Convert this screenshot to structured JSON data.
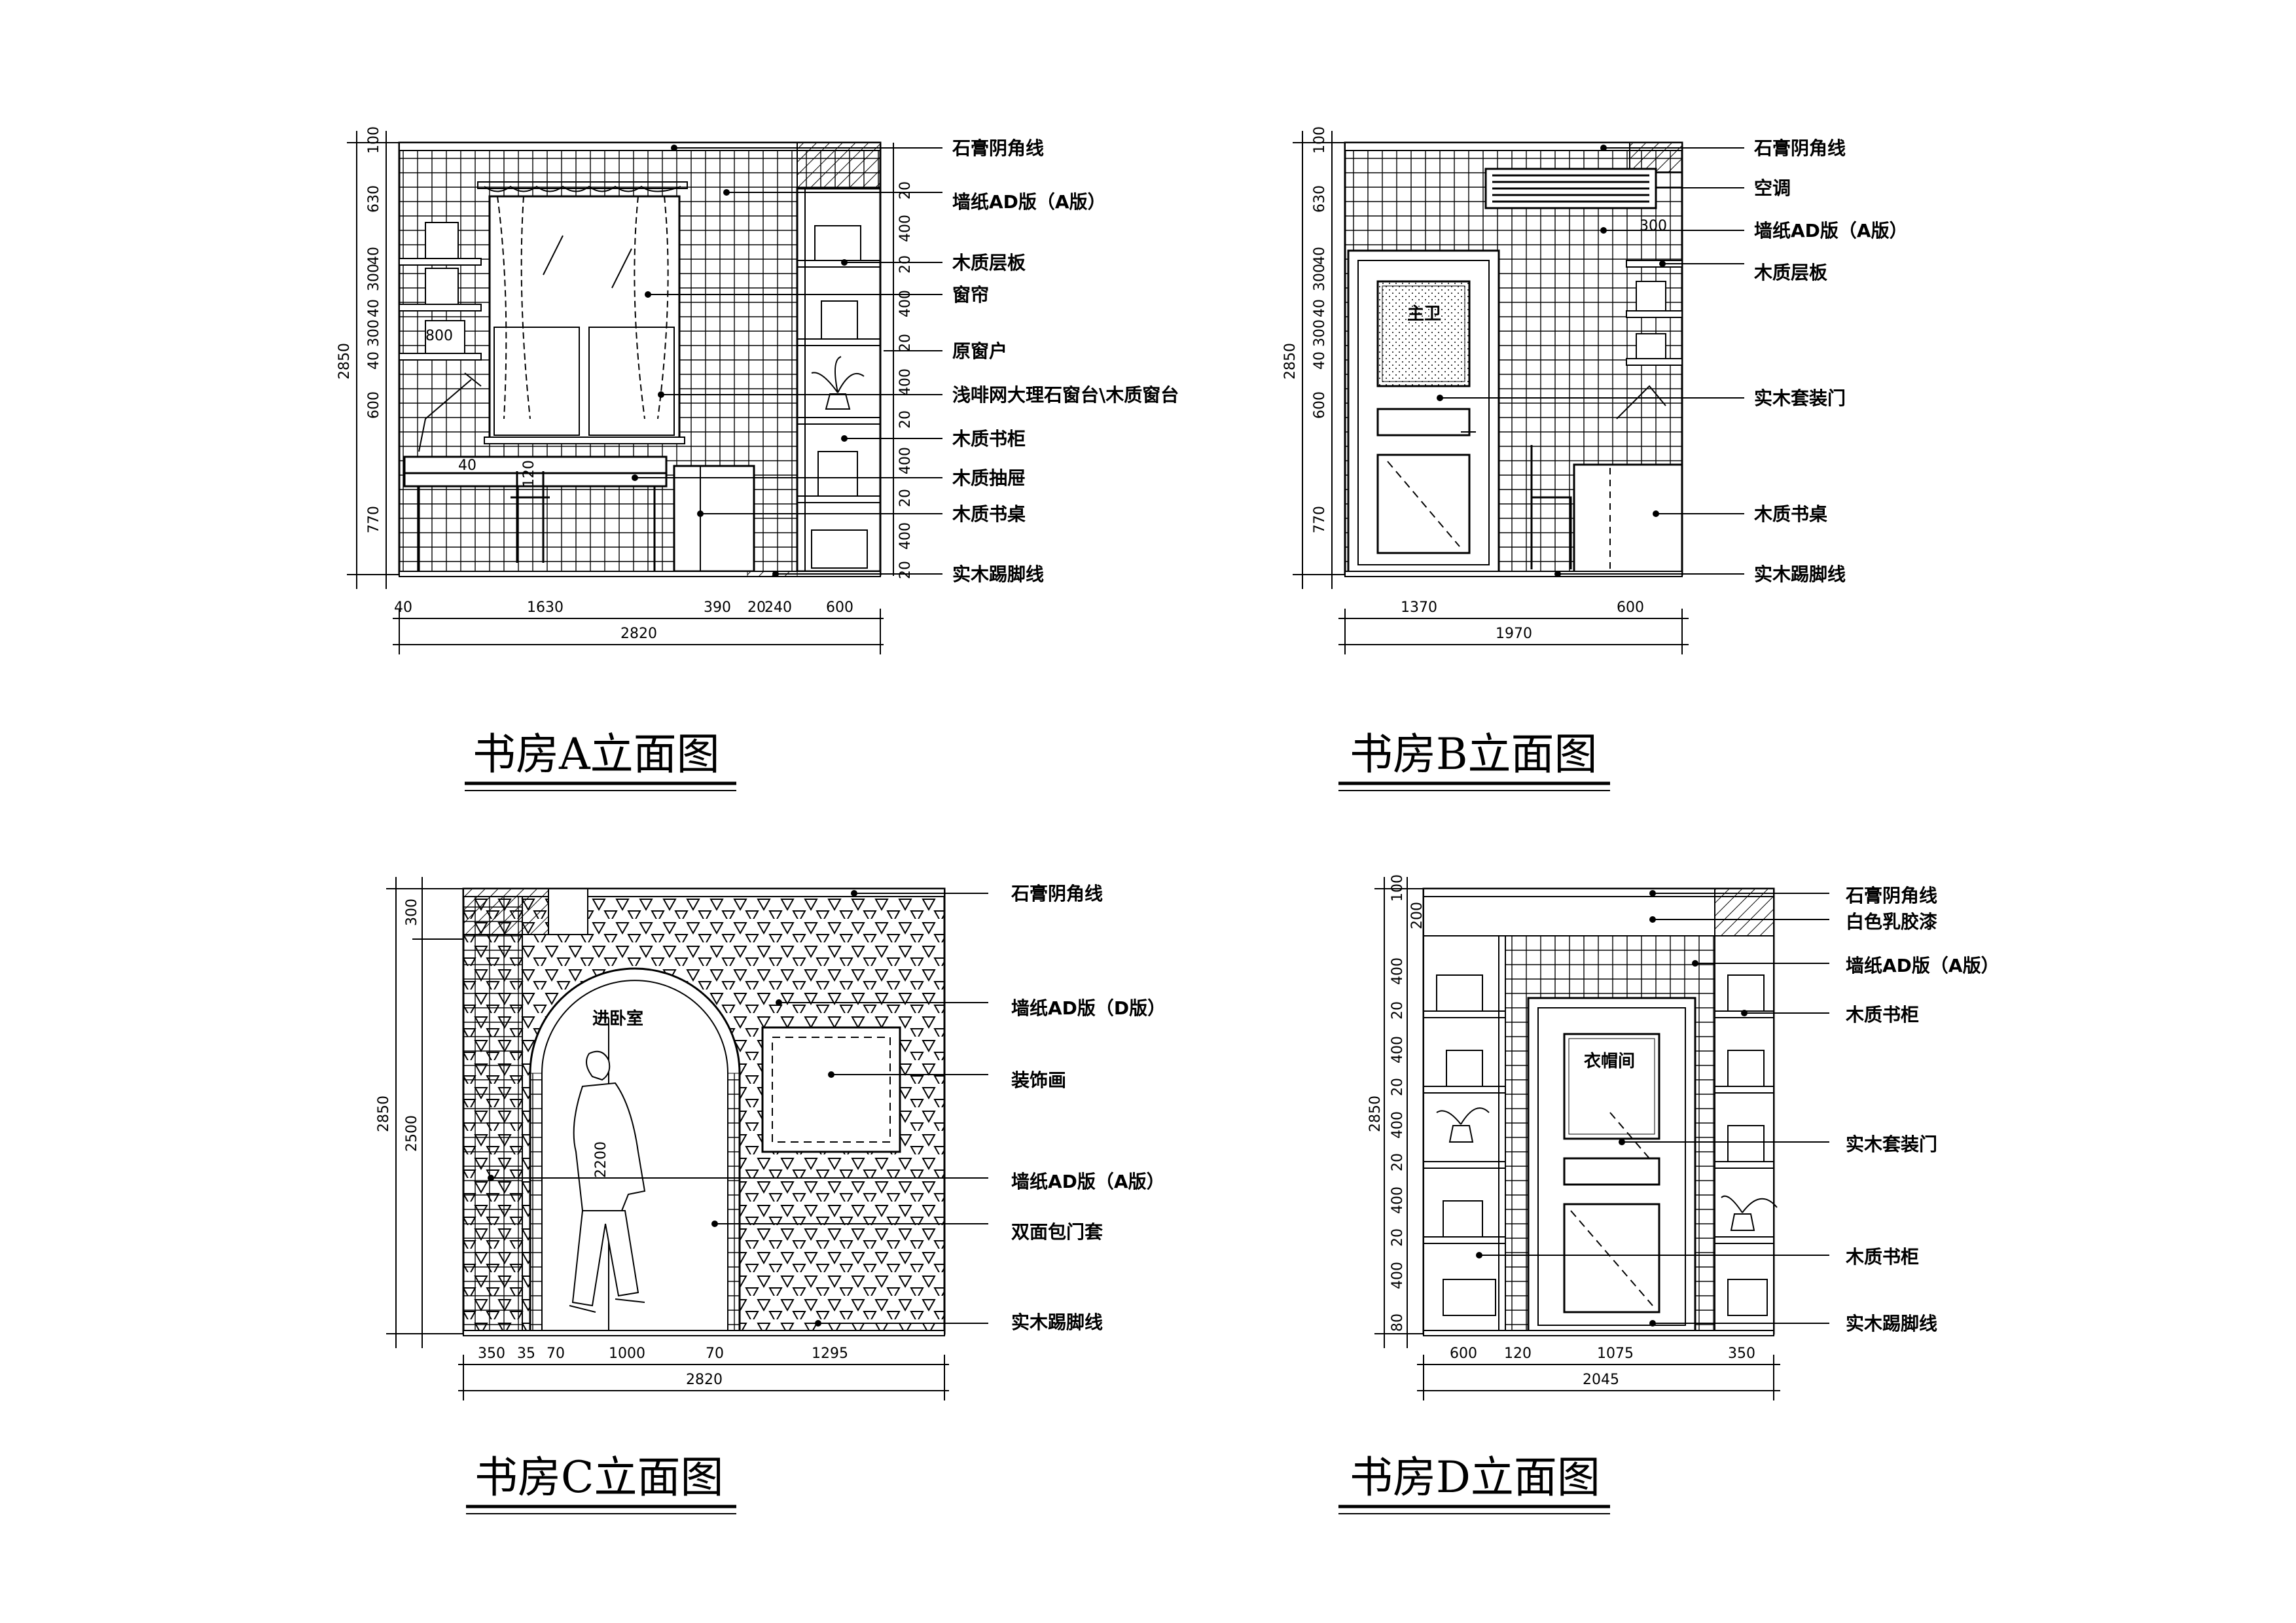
{
  "panels": {
    "a": {
      "title": "书房A立面图",
      "labels": [
        "石膏阴角线",
        "墙纸AD版（A版）",
        "木质层板",
        "窗帘",
        "原窗户",
        "浅啡网大理石窗台\\木质窗台",
        "木质书柜",
        "木质抽屉",
        "木质书桌",
        "实木踢脚线"
      ],
      "vdims": [
        "100",
        "630",
        "40",
        "300",
        "40",
        "300",
        "40",
        "600",
        "770"
      ],
      "height_total": "2850",
      "right_dims": [
        "20",
        "400",
        "20",
        "400",
        "20",
        "400",
        "20",
        "400",
        "20",
        "400",
        "20"
      ],
      "hdims": [
        "40",
        "1630",
        "390",
        "20",
        "240",
        "600"
      ],
      "width_total": "2820",
      "inner": [
        "40",
        "120",
        "800"
      ]
    },
    "b": {
      "title": "书房B立面图",
      "labels": [
        "石膏阴角线",
        "空调",
        "墙纸AD版（A版）",
        "木质层板",
        "实木套装门",
        "木质书桌",
        "实木踢脚线"
      ],
      "vdims": [
        "100",
        "630",
        "40",
        "300",
        "40",
        "300",
        "40",
        "600",
        "770"
      ],
      "height_total": "2850",
      "hdims": [
        "1370",
        "600"
      ],
      "width_total": "1970",
      "inner": [
        "300"
      ],
      "room": "主卫"
    },
    "c": {
      "title": "书房C立面图",
      "labels": [
        "石膏阴角线",
        "墙纸AD版（D版）",
        "装饰画",
        "墙纸AD版（A版）",
        "双面包门套",
        "实木踢脚线"
      ],
      "vdims": [
        "300",
        "2500"
      ],
      "height_total": "2850",
      "hdims": [
        "350",
        "35",
        "70",
        "1000",
        "70",
        "1295"
      ],
      "width_total": "2820",
      "inner": [
        "2200"
      ],
      "room": "进卧室"
    },
    "d": {
      "title": "书房D立面图",
      "labels": [
        "石膏阴角线",
        "白色乳胶漆",
        "墙纸AD版（A版）",
        "木质书柜",
        "实木套装门",
        "木质书柜",
        "实木踢脚线"
      ],
      "vdims": [
        "100",
        "200",
        "400",
        "20",
        "400",
        "20",
        "400",
        "20",
        "400",
        "20",
        "400",
        "80"
      ],
      "height_total": "2850",
      "hdims": [
        "600",
        "120",
        "1075",
        "350"
      ],
      "width_total": "2045",
      "room": "衣帽间"
    }
  }
}
